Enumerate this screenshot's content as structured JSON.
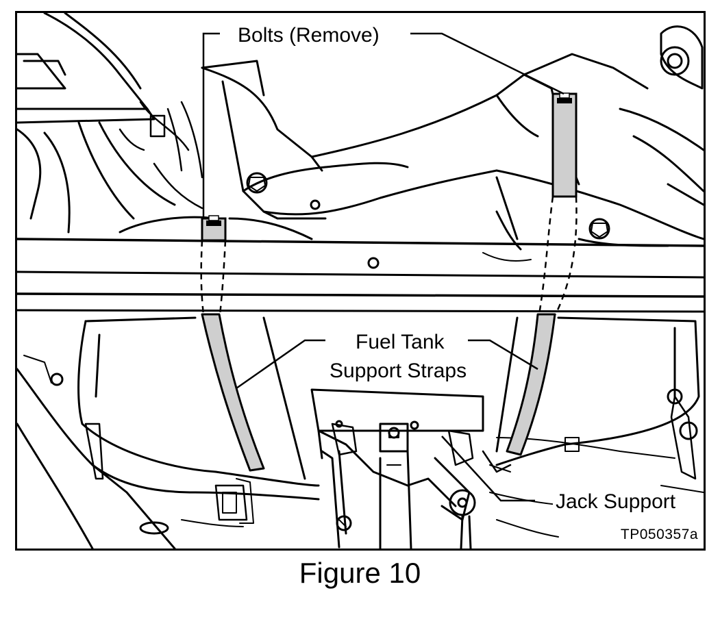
{
  "labels": {
    "bolts": "Bolts (Remove)",
    "straps_line1": "Fuel Tank",
    "straps_line2": "Support Straps",
    "jack": "Jack Support",
    "code": "TP050357a"
  },
  "caption": "Figure 10",
  "colors": {
    "ink": "#000000",
    "strap_fill": "#cfcfcf",
    "background": "#ffffff"
  }
}
